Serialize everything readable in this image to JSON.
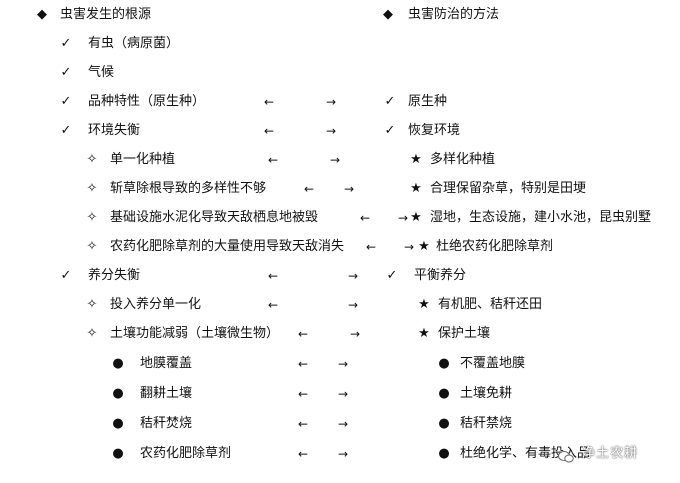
{
  "left_header": {
    "bullet": "◆",
    "text": "虫害发生的根源"
  },
  "right_header": {
    "bullet": "◆",
    "text": "虫害防治的方法"
  },
  "arrows": {
    "left": "←",
    "right": "→"
  },
  "rows": [
    {
      "bullet": "✓",
      "text": "有虫（病原菌）"
    },
    {
      "bullet": "✓",
      "text": "气候"
    },
    {
      "bullet": "✓",
      "text": "品种特性（原生种）",
      "right_bullet": "✓",
      "right_text": "原生种"
    },
    {
      "bullet": "✓",
      "text": "环境失衡",
      "right_bullet": "✓",
      "right_text": "恢复环境"
    },
    {
      "bullet": "✧",
      "text": "单一化种植",
      "right_bullet": "★",
      "right_text": "多样化种植"
    },
    {
      "bullet": "✧",
      "text": "斩草除根导致的多样性不够",
      "right_bullet": "★",
      "right_text": "合理保留杂草，特别是田埂"
    },
    {
      "bullet": "✧",
      "text": "基础设施水泥化导致天敌栖息地被毁",
      "right_bullet": "★",
      "right_text": "湿地，生态设施，建小水池，昆虫别墅"
    },
    {
      "bullet": "✧",
      "text": "农药化肥除草剂的大量使用导致天敌消失",
      "right_bullet": "★",
      "right_text": "杜绝农药化肥除草剂"
    },
    {
      "bullet": "✓",
      "text": "养分失衡",
      "right_bullet": "✓",
      "right_text": "平衡养分"
    },
    {
      "bullet": "✧",
      "text": "投入养分单一化",
      "right_bullet": "★",
      "right_text": "有机肥、秸秆还田"
    },
    {
      "bullet": "✧",
      "text": "土壤功能减弱（土壤微生物）",
      "right_bullet": "★",
      "right_text": "保护土壤"
    },
    {
      "bullet": "●",
      "text": "地膜覆盖",
      "right_bullet": "●",
      "right_text": "不覆盖地膜"
    },
    {
      "bullet": "●",
      "text": "翻耕土壤",
      "right_bullet": "●",
      "right_text": "土壤免耕"
    },
    {
      "bullet": "●",
      "text": "秸秆焚烧",
      "right_bullet": "●",
      "right_text": "秸秆禁烧"
    },
    {
      "bullet": "●",
      "text": "农药化肥除草剂",
      "right_bullet": "●",
      "right_text": "杜绝化学、有毒投入品"
    }
  ],
  "watermark": {
    "text": "净土农耕",
    "icon": "chat-bubble-icon"
  }
}
